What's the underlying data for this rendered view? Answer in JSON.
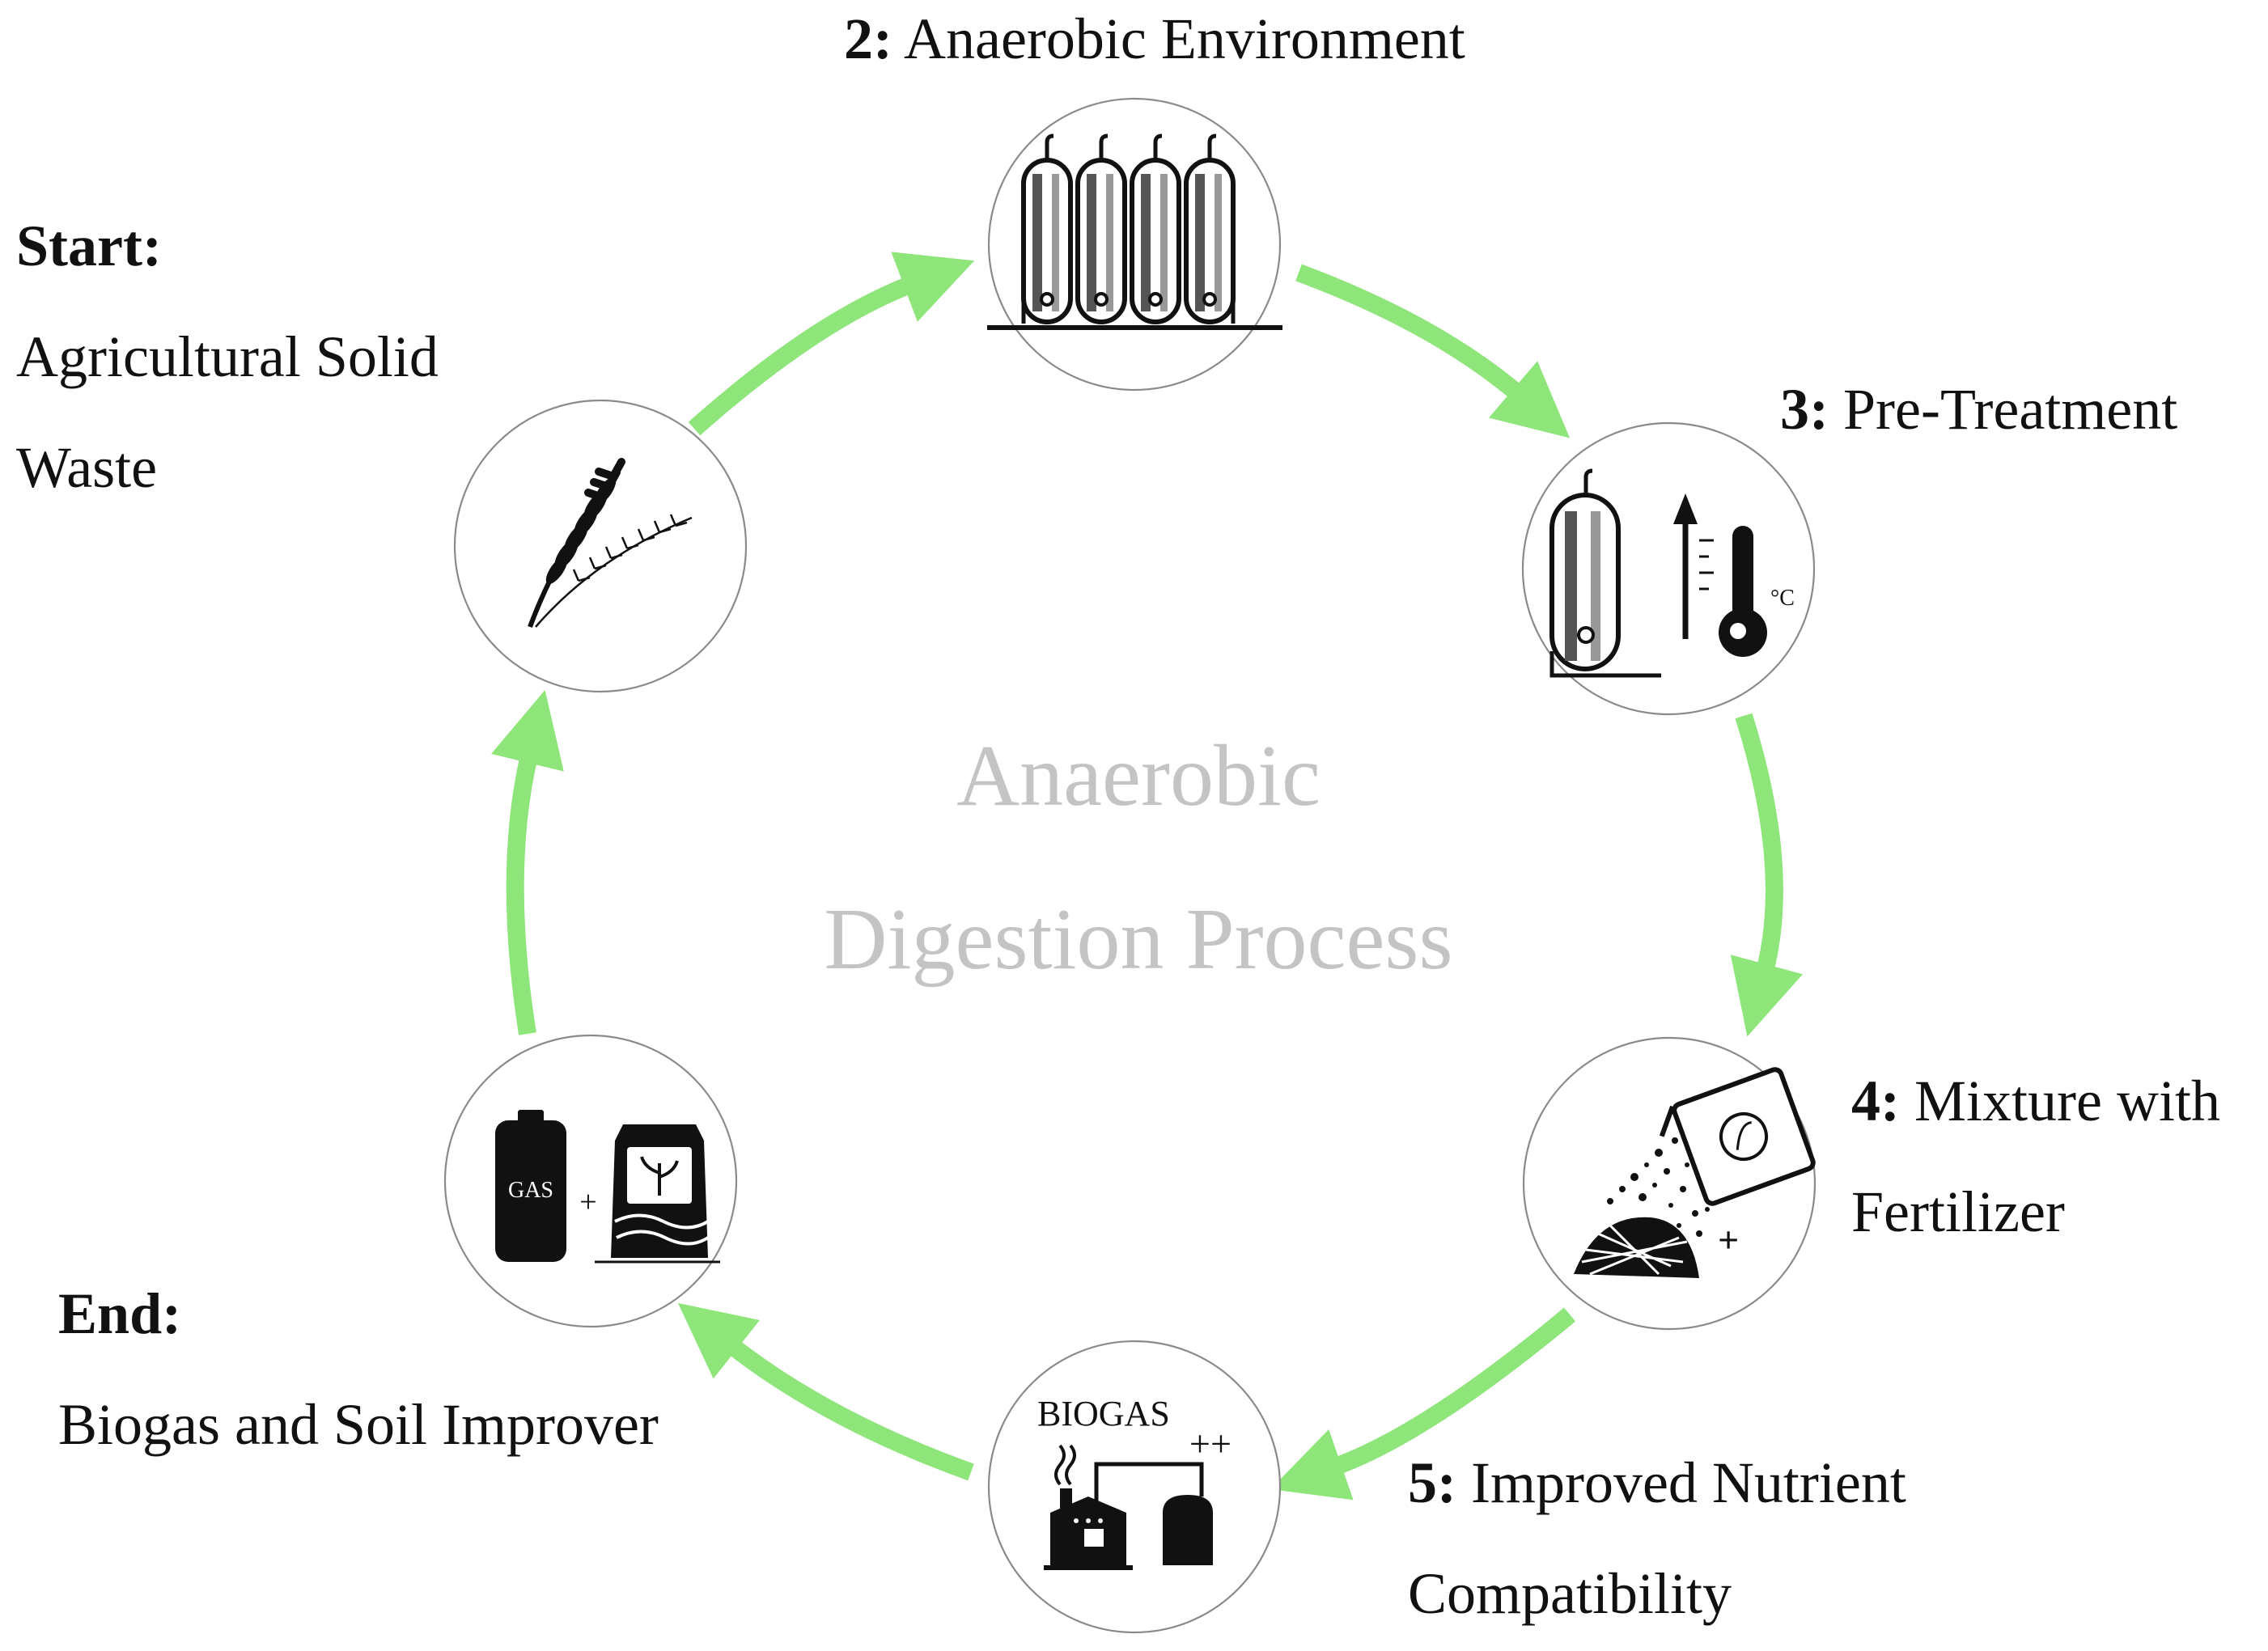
{
  "center_title": {
    "line1": "Anaerobic",
    "line2": "Digestion Process"
  },
  "steps": {
    "start": {
      "prefix": "Start:",
      "line1": "Agricultural Solid",
      "line2": "Waste"
    },
    "step2": {
      "prefix": "2:",
      "text": "Anaerobic Environment"
    },
    "step3": {
      "prefix": "3:",
      "text": "Pre-Treatment"
    },
    "step4": {
      "prefix": "4:",
      "line1": "Mixture with",
      "line2": "Fertilizer"
    },
    "step5": {
      "prefix": "5:",
      "line1": "Improved Nutrient",
      "line2": "Compatibility"
    },
    "end": {
      "prefix": "End:",
      "line1": "Biogas and Soil Improver"
    }
  },
  "icons": {
    "end_gas_label": "GAS",
    "end_plus": "+",
    "step3_unit": "°C",
    "step4_plus": "+",
    "step5_label": "BIOGAS",
    "step5_plus": "++"
  },
  "colors": {
    "arrow": "#8ee57a",
    "circle_stroke": "#8a8a8a",
    "center_text": "#c4c4c4"
  }
}
